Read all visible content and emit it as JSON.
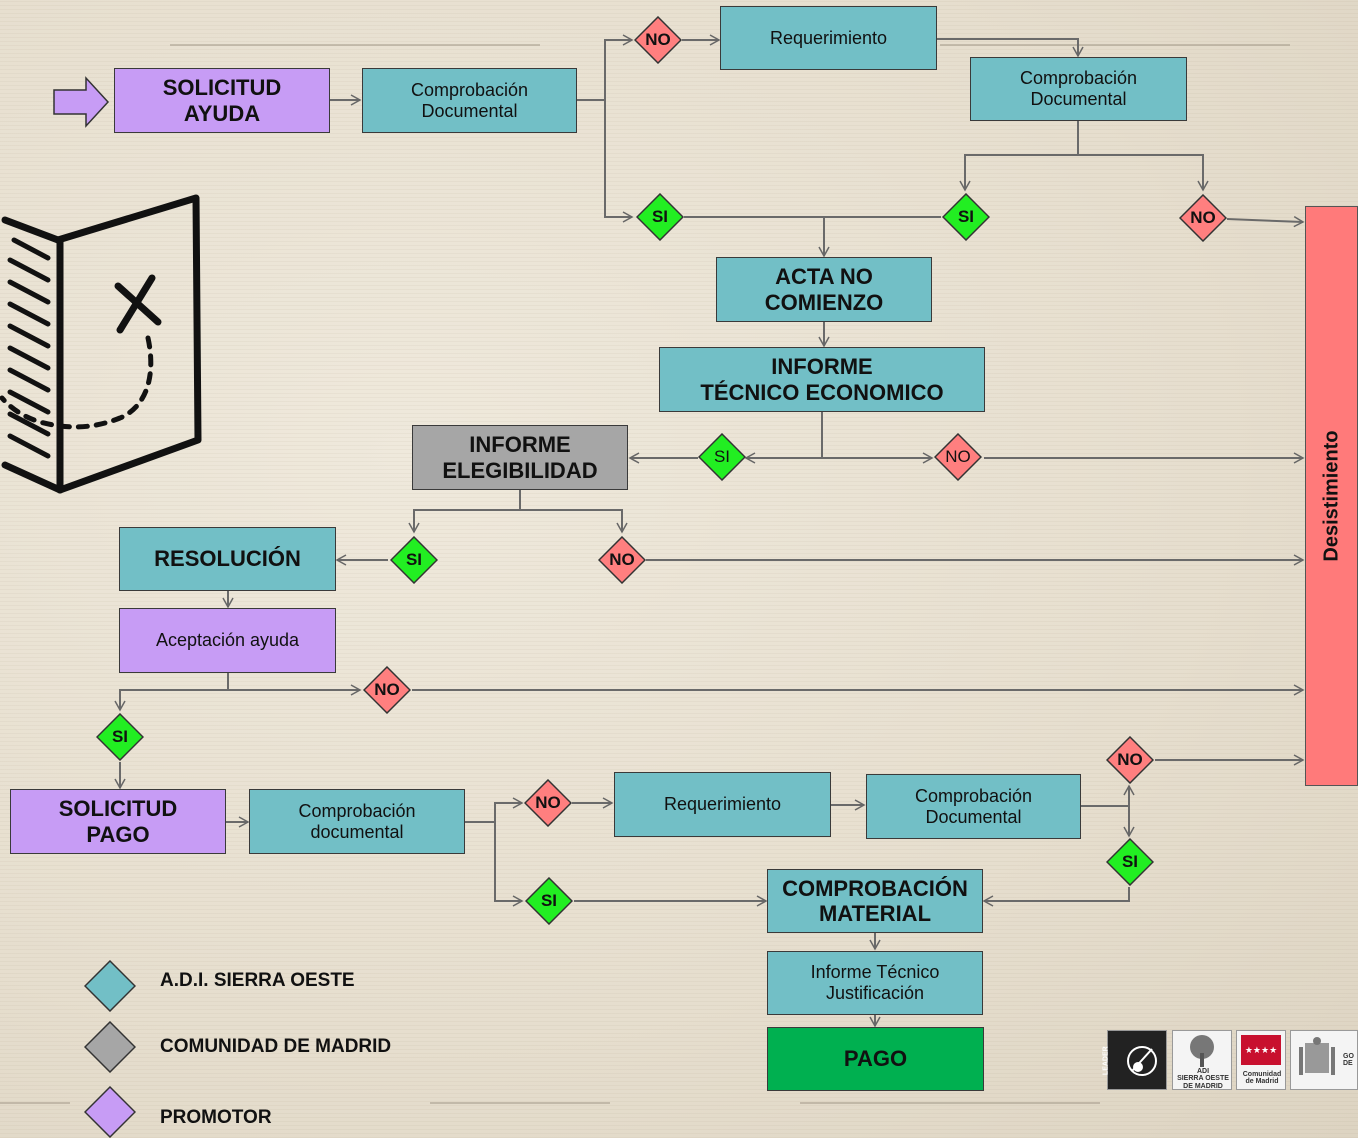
{
  "nodes": {
    "solicitud_ayuda": "SOLICITUD\nAYUDA",
    "comprobacion_documental_1": "Comprobación\nDocumental",
    "requerimiento_1": "Requerimiento",
    "comprobacion_documental_2": "Comprobación\nDocumental",
    "acta_no_comienzo": "ACTA NO\nCOMIENZO",
    "informe_tecnico_economico": "INFORME\nTÉCNICO ECONOMICO",
    "informe_elegibilidad": "INFORME\nELEGIBILIDAD",
    "resolucion": "RESOLUCIÓN",
    "aceptacion_ayuda": "Aceptación ayuda",
    "solicitud_pago": "SOLICITUD\nPAGO",
    "comprobacion_documental_3": "Comprobación\ndocumental",
    "requerimiento_2": "Requerimiento",
    "comprobacion_documental_4": "Comprobación\nDocumental",
    "comprobacion_material": "COMPROBACIÓN\nMATERIAL",
    "informe_tecnico_justificacion": "Informe Técnico\nJustificación",
    "pago": "PAGO",
    "desistimiento": "Desistimiento"
  },
  "decisions": {
    "yes": "SI",
    "no": "NO"
  },
  "legend": {
    "adi": "A.D.I. SIERRA OESTE",
    "comunidad": "COMUNIDAD  DE MADRID",
    "promotor": "PROMOTOR"
  },
  "logos": {
    "leader": "LEADER",
    "adi": "ADI\nSIERRA OESTE\nDE MADRID",
    "comunidad": "Comunidad\nde Madrid",
    "gobierno": "GO\nDE"
  },
  "colors": {
    "adi": "#72bfc6",
    "comunidad": "#a6a6a6",
    "promotor": "#c79cf5",
    "yes": "#22ee22",
    "no": "#ff7f7f",
    "pago": "#00b050",
    "desistimiento": "#ff7a7a"
  },
  "decorations": {
    "map_icon": "map-sketch-icon",
    "start_arrow": "start-arrow-icon"
  }
}
